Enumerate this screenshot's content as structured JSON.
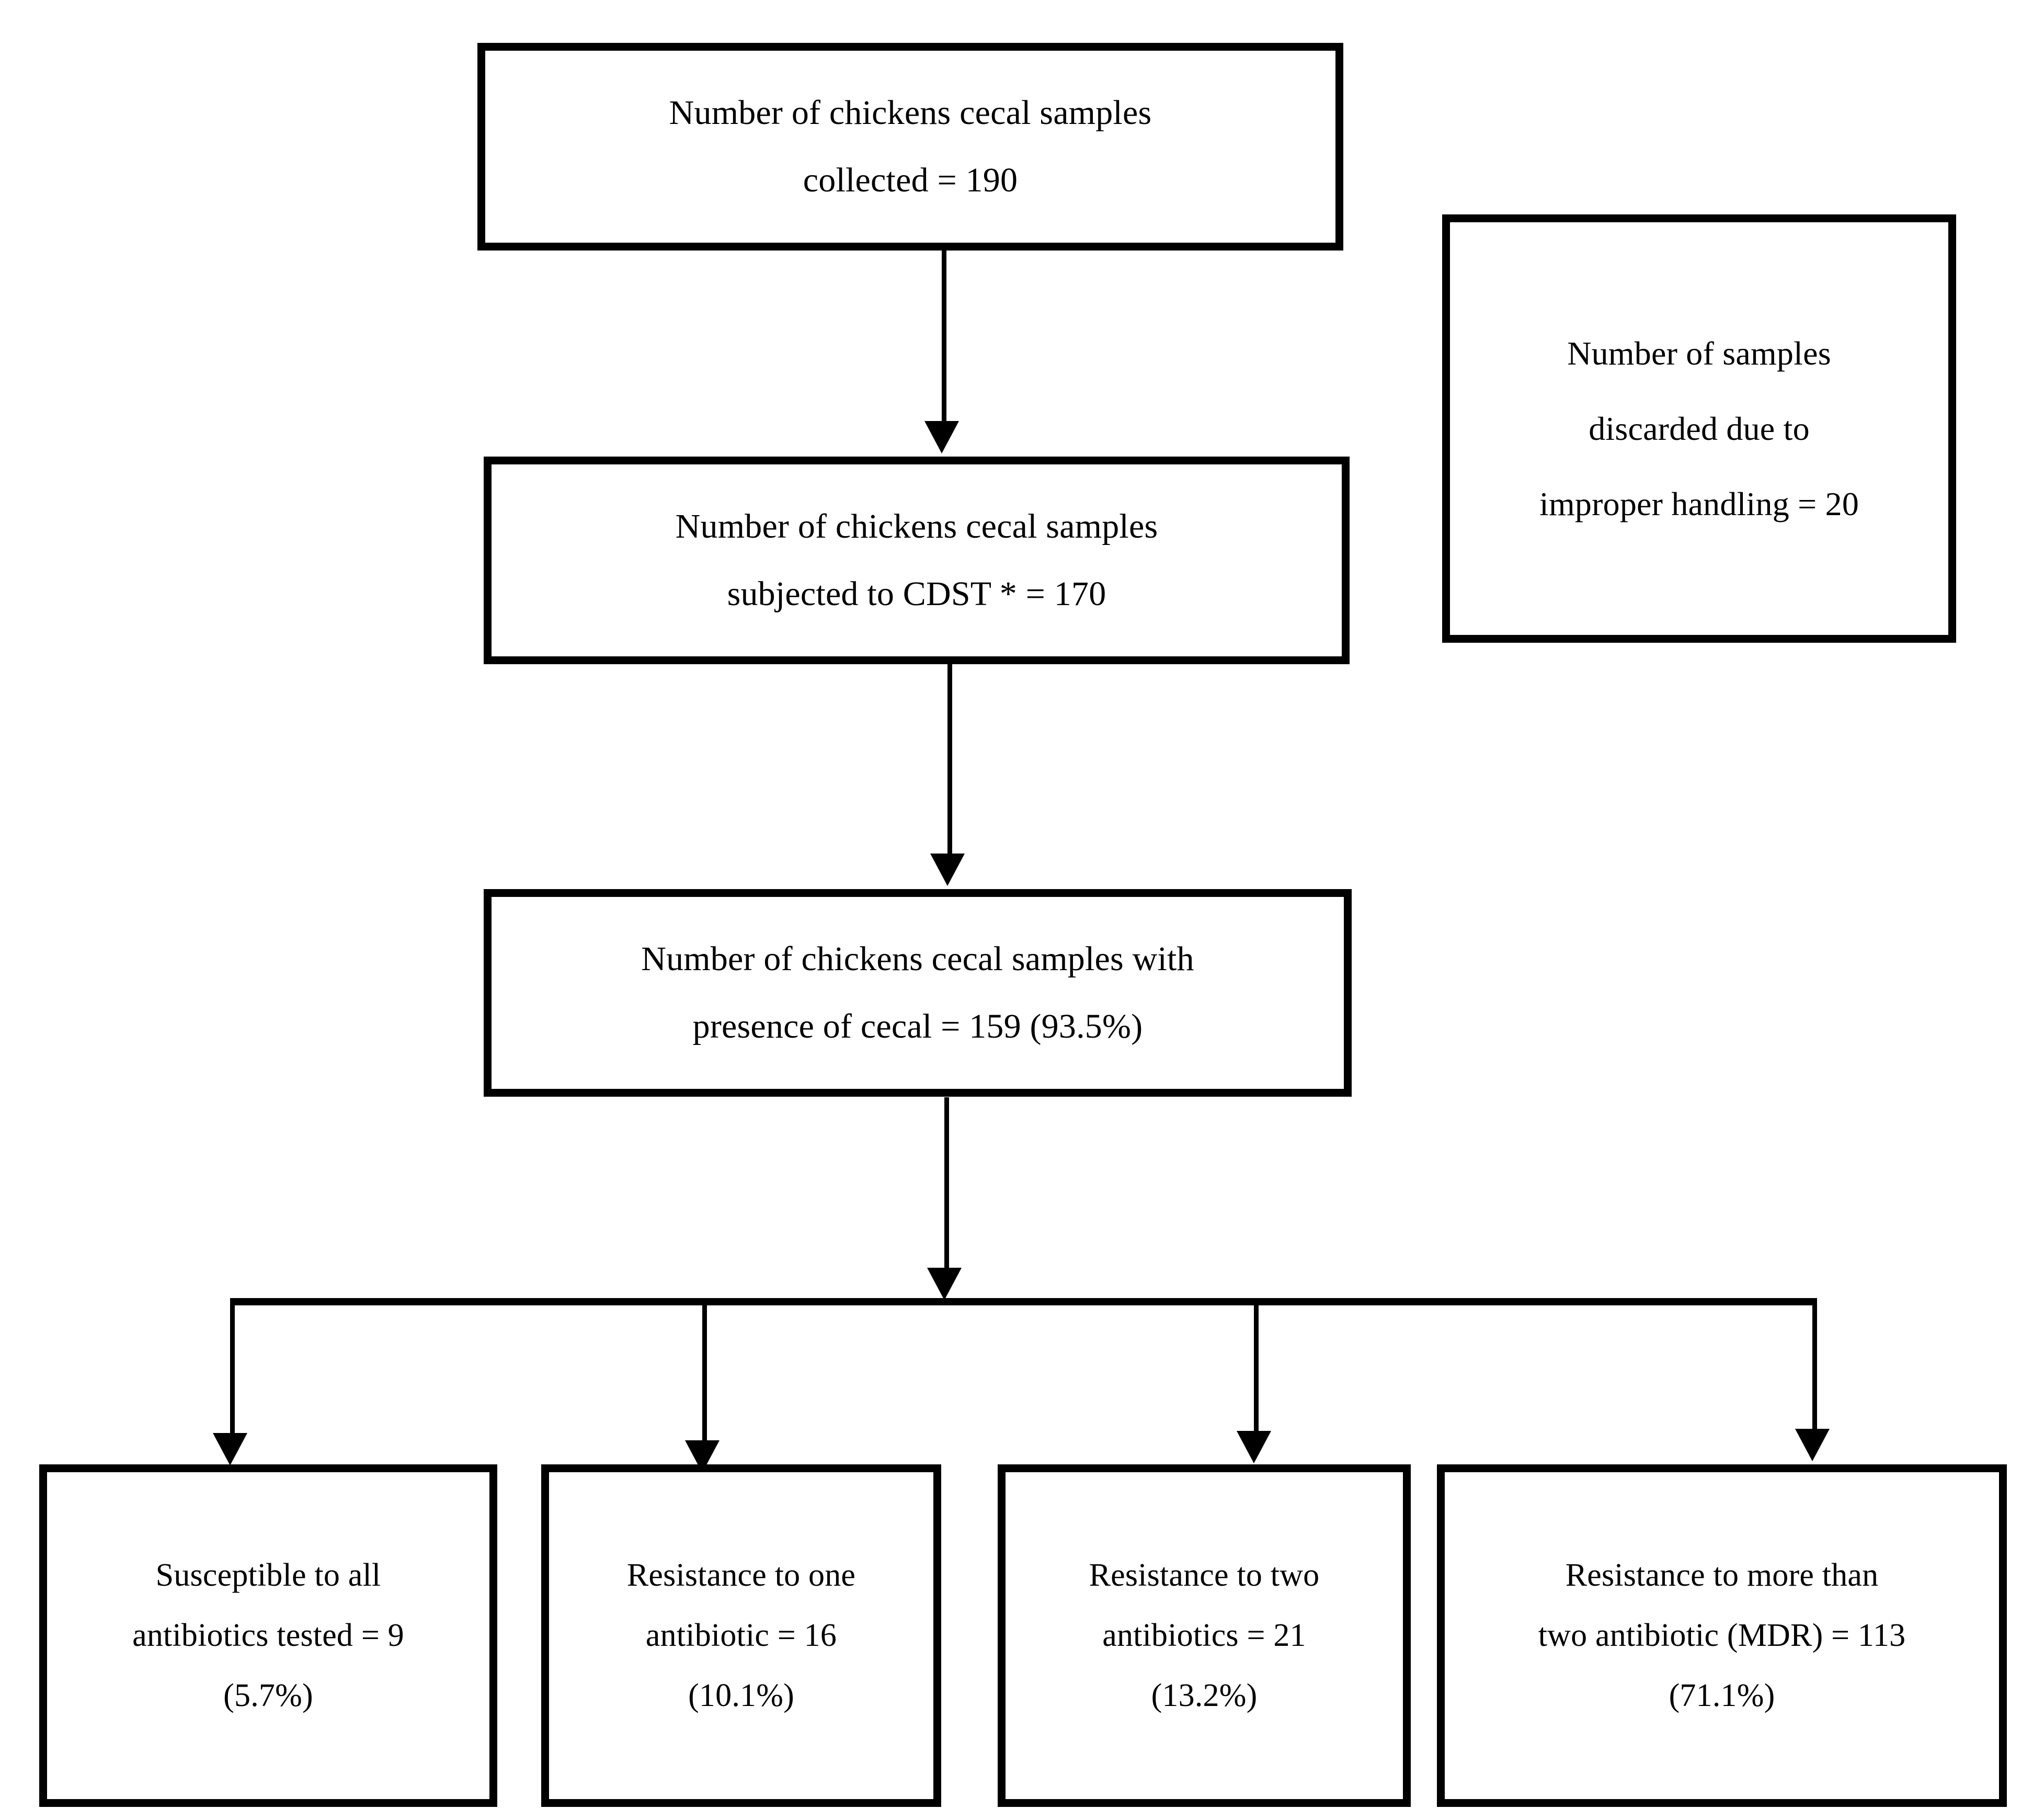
{
  "diagram": {
    "title": "Chicken cecal sample antimicrobial susceptibility flowchart",
    "colors": {
      "box_border": "#000000",
      "box_fill": "#ffffff",
      "connector": "#000000",
      "text": "#000000"
    },
    "nodes": {
      "collected": {
        "line1": "Number of chickens cecal samples",
        "line2": "collected = 190"
      },
      "discarded": {
        "line1": "Number of samples",
        "line2": "discarded due to",
        "line3": "improper handling = 20"
      },
      "cdst": {
        "line1": "Number of chickens cecal samples",
        "line2": "subjected to CDST * = 170"
      },
      "presence": {
        "line1": "Number of chickens cecal samples with",
        "line2": "presence of cecal = 159 (93.5%)"
      },
      "susceptible": {
        "line1": "Susceptible to all",
        "line2": "antibiotics tested = 9",
        "line3": "(5.7%)"
      },
      "resistance_one": {
        "line1": "Resistance to one",
        "line2": "antibiotic = 16",
        "line3": "(10.1%)"
      },
      "resistance_two": {
        "line1": "Resistance to two",
        "line2": "antibiotics = 21",
        "line3": "(13.2%)"
      },
      "resistance_mdr": {
        "line1": "Resistance to more than",
        "line2": "two antibiotic (MDR) = 113",
        "line3": "(71.1%)"
      }
    },
    "values": {
      "samples_collected": 190,
      "samples_discarded": 20,
      "samples_subjected_to_cdst": 170,
      "samples_with_presence_of_cecal": 159,
      "percent_presence_of_cecal": "93.5%",
      "susceptible_all": 9,
      "percent_susceptible_all": "5.7%",
      "resistant_one": 16,
      "percent_resistant_one": "10.1%",
      "resistant_two": 21,
      "percent_resistant_two": "13.2%",
      "resistant_mdr": 113,
      "percent_resistant_mdr": "71.1%"
    }
  }
}
